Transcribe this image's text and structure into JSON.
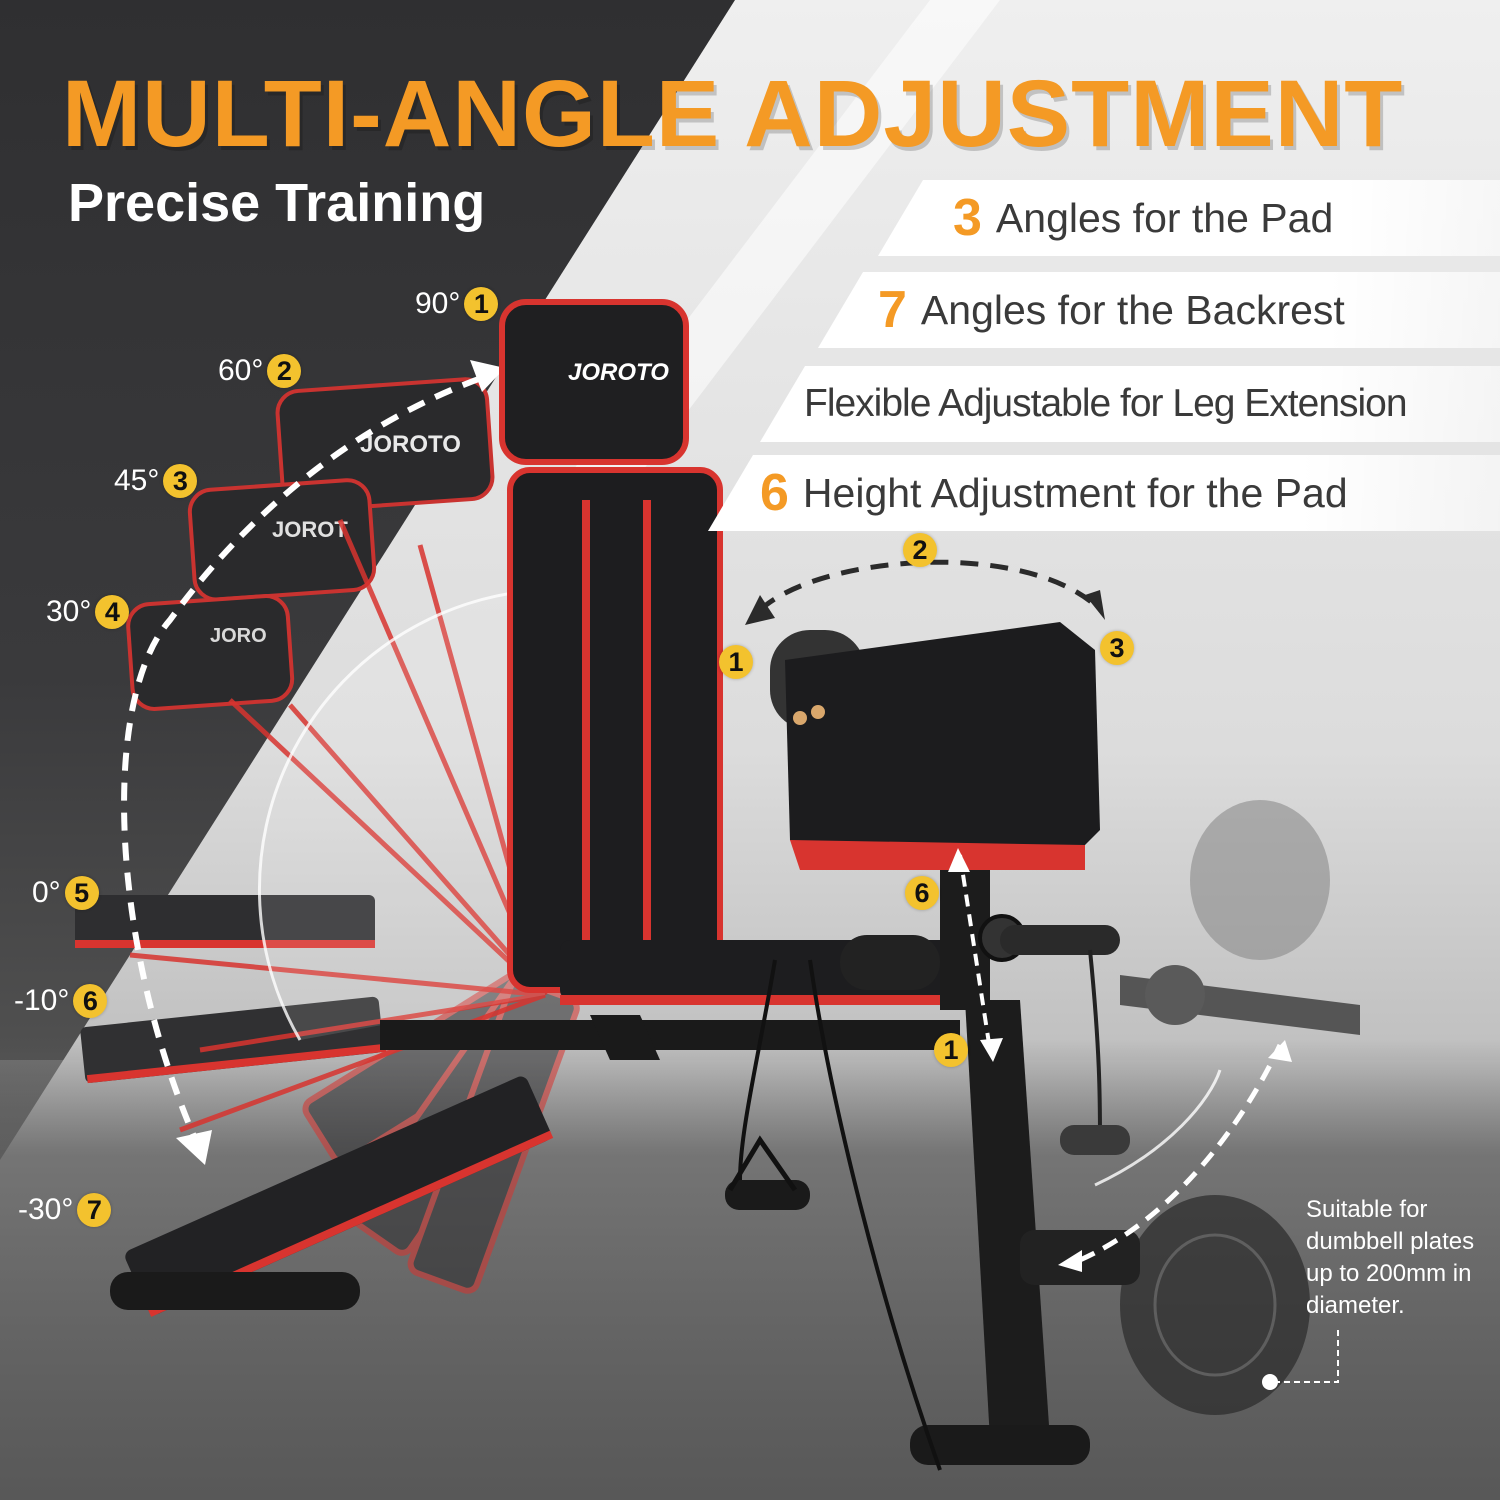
{
  "header": {
    "title": "MULTI-ANGLE ADJUSTMENT",
    "subtitle": "Precise Training"
  },
  "features": [
    {
      "number": "3",
      "text": "Angles for the Pad"
    },
    {
      "number": "7",
      "text": "Angles for the Backrest"
    },
    {
      "number": "",
      "text": "Flexible Adjustable for Leg Extension"
    },
    {
      "number": "6",
      "text": "Height Adjustment for the Pad"
    }
  ],
  "backrest_angles": [
    {
      "angle": "90°",
      "badge": "1"
    },
    {
      "angle": "60°",
      "badge": "2"
    },
    {
      "angle": "45°",
      "badge": "3"
    },
    {
      "angle": "30°",
      "badge": "4"
    },
    {
      "angle": "0°",
      "badge": "5"
    },
    {
      "angle": "-10°",
      "badge": "6"
    },
    {
      "angle": "-30°",
      "badge": "7"
    }
  ],
  "pad_angle_badges": [
    "1",
    "2",
    "3"
  ],
  "pad_height_badges": [
    "6",
    "1"
  ],
  "brand": {
    "logo": "JOROTO"
  },
  "note": {
    "text": "Suitable for dumbbell plates up to 200mm in diameter."
  },
  "colors": {
    "accent_orange": "#f49a25",
    "badge_yellow": "#f3c22e",
    "bench_red": "#d8342f",
    "bench_black": "#1d1d1f",
    "dark_bg": "#333335",
    "light_bg": "#e8e8e8"
  }
}
